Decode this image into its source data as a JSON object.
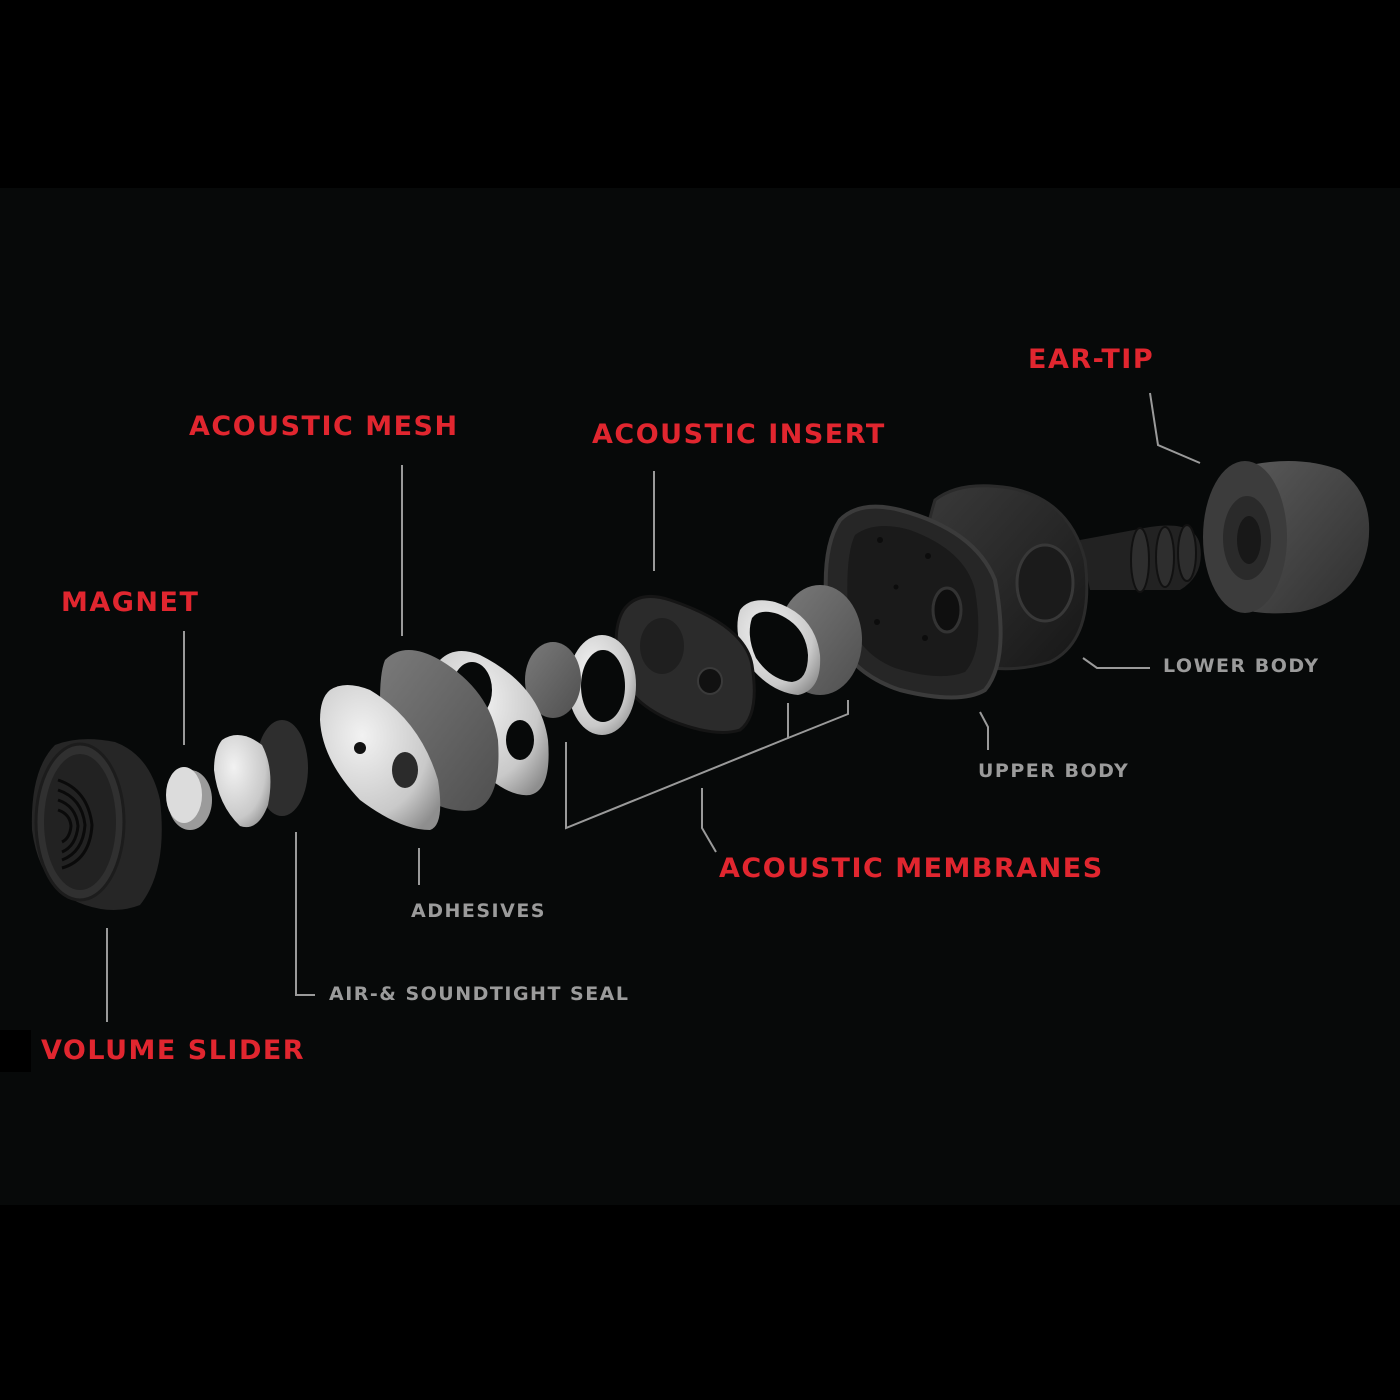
{
  "diagram": {
    "type": "exploded-view",
    "subject": "earplug",
    "colors": {
      "background_outer": "#000000",
      "background_panel": "#070909",
      "primary_label": "#e1262f",
      "secondary_label": "#9b9b9b",
      "leader_line": "#9a9a9a"
    },
    "primary_labels": {
      "ear_tip": "EAR-TIP",
      "acoustic_mesh": "ACOUSTIC MESH",
      "acoustic_insert": "ACOUSTIC INSERT",
      "magnet": "MAGNET",
      "acoustic_membranes": "ACOUSTIC MEMBRANES",
      "volume_slider": "VOLUME SLIDER"
    },
    "secondary_labels": {
      "lower_body": "LOWER BODY",
      "upper_body": "UPPER BODY",
      "adhesives": "ADHESIVES",
      "air_soundtight_seal": "AIR-& SOUNDTIGHT SEAL"
    },
    "components_left_to_right": [
      "volume-slider",
      "magnet",
      "adhesive-disc",
      "air-soundtight-seal",
      "adhesive-plate",
      "acoustic-mesh",
      "adhesive-ring-plate",
      "acoustic-membrane-1",
      "adhesive-ring",
      "acoustic-insert",
      "adhesive-oval-ring",
      "acoustic-membrane-2",
      "upper-body",
      "lower-body",
      "ear-tip"
    ]
  }
}
